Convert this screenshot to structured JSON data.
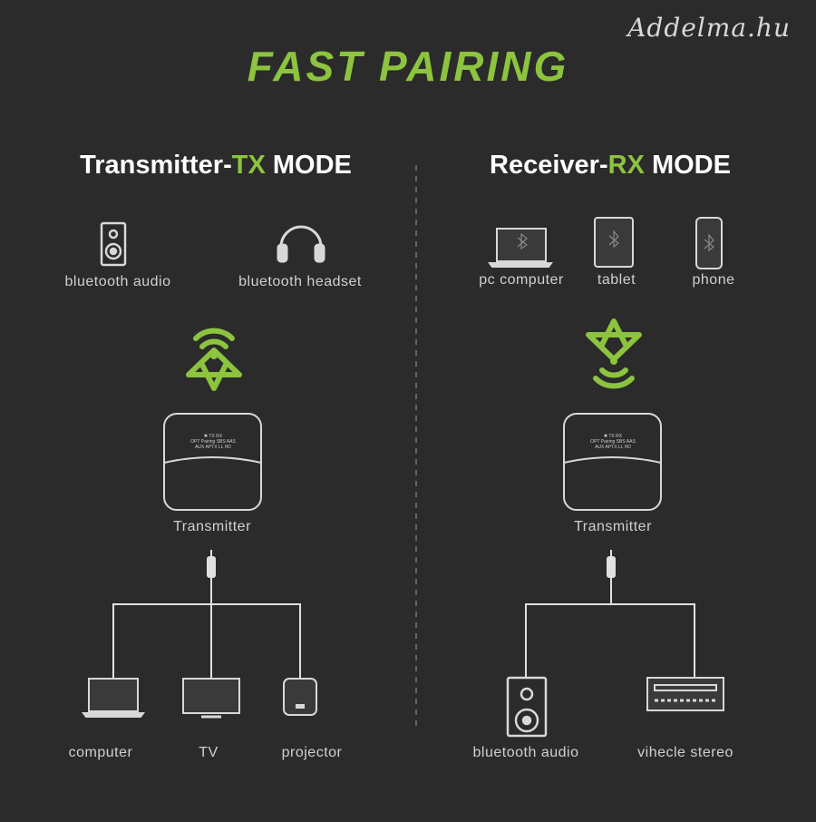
{
  "watermark": "Addelma.hu",
  "title": "FAST PAIRING",
  "tx": {
    "heading_prefix": "Transmitter-",
    "heading_accent": "TX",
    "heading_suffix": " MODE",
    "top_devices": [
      "bluetooth audio",
      "bluetooth headset"
    ],
    "device_label": "Transmitter",
    "bottom_devices": [
      "computer",
      "TV",
      "projector"
    ]
  },
  "rx": {
    "heading_prefix": "Receiver-",
    "heading_accent": "RX",
    "heading_suffix": " MODE",
    "top_devices": [
      "pc computer",
      "tablet",
      "phone"
    ],
    "device_label": "Transmitter",
    "bottom_devices": [
      "bluetooth audio",
      "vihecle stereo"
    ]
  },
  "device_panel": {
    "row1": "✱  TX  RX",
    "row2": "OPT  Pairing  SBS  AAS",
    "row3": "AUX  APTX  LL  HD"
  },
  "colors": {
    "accent": "#8cc43f",
    "background": "#2b2b2b",
    "line": "#e0e0e0"
  }
}
